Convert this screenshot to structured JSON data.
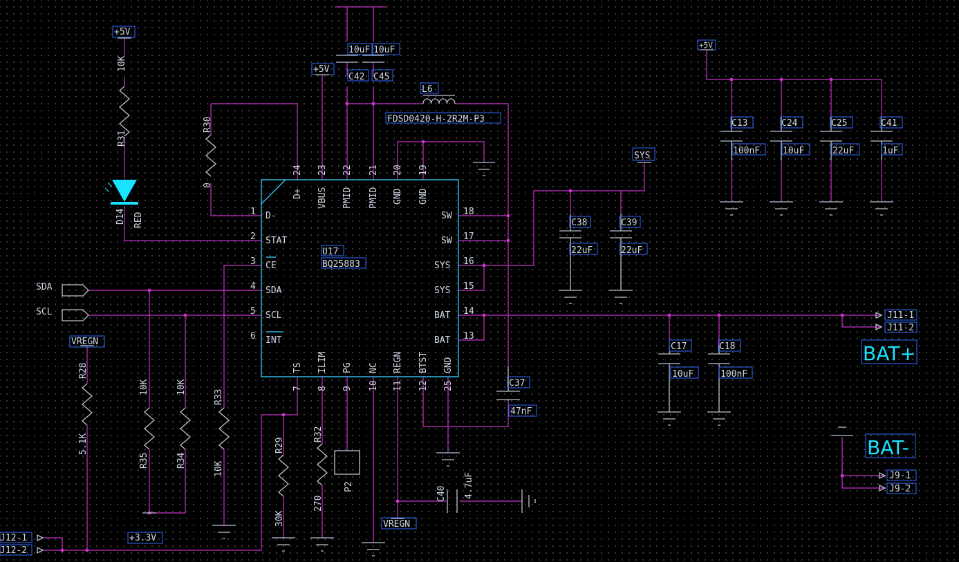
{
  "ic": {
    "designator": "U17",
    "part": "BQ25883",
    "left_pins": [
      {
        "num": "1",
        "name": "D-"
      },
      {
        "num": "2",
        "name": "STAT"
      },
      {
        "num": "3",
        "name": "CE"
      },
      {
        "num": "4",
        "name": "SDA"
      },
      {
        "num": "5",
        "name": "SCL"
      },
      {
        "num": "6",
        "name": "INT"
      }
    ],
    "top_pins": [
      {
        "num": "24",
        "name": "D+"
      },
      {
        "num": "23",
        "name": "VBUS"
      },
      {
        "num": "22",
        "name": "PMID"
      },
      {
        "num": "21",
        "name": "PMID"
      },
      {
        "num": "20",
        "name": "GND"
      },
      {
        "num": "19",
        "name": "GND"
      }
    ],
    "right_pins": [
      {
        "num": "18",
        "name": "SW"
      },
      {
        "num": "17",
        "name": "SW"
      },
      {
        "num": "16",
        "name": "SYS"
      },
      {
        "num": "15",
        "name": "SYS"
      },
      {
        "num": "14",
        "name": "BAT"
      },
      {
        "num": "13",
        "name": "BAT"
      }
    ],
    "bottom_pins": [
      {
        "num": "7",
        "name": "TS"
      },
      {
        "num": "8",
        "name": "ILIM"
      },
      {
        "num": "9",
        "name": "PG"
      },
      {
        "num": "10",
        "name": "NC"
      },
      {
        "num": "11",
        "name": "REGN"
      },
      {
        "num": "12",
        "name": "BTST"
      },
      {
        "num": "25",
        "name": "GND"
      }
    ]
  },
  "nets": {
    "plus5v": "+5V",
    "plus3v3": "+3.3V",
    "sys": "SYS",
    "vregn": "VREGN",
    "sda": "SDA",
    "scl": "SCL"
  },
  "labels": {
    "bat_plus": "BAT+",
    "bat_minus": "BAT-"
  },
  "components": {
    "r31": {
      "ref": "R31",
      "value": "10K"
    },
    "r30": {
      "ref": "R30",
      "value": "0"
    },
    "d14": {
      "ref": "D14",
      "value": "RED"
    },
    "r28": {
      "ref": "R28",
      "value": "5.1K"
    },
    "r35": {
      "ref": "R35",
      "value": "10K"
    },
    "r34": {
      "ref": "R34",
      "value": "10K"
    },
    "r33": {
      "ref": "R33",
      "value": "10K"
    },
    "r29": {
      "ref": "R29",
      "value": "30K"
    },
    "r32": {
      "ref": "R32",
      "value": "270"
    },
    "p2": {
      "ref": "P2"
    },
    "c42": {
      "ref": "C42",
      "value": "10uF"
    },
    "c45": {
      "ref": "C45",
      "value": "10uF"
    },
    "l6": {
      "ref": "L6",
      "value": "FDSD0420-H-2R2M-P3"
    },
    "c38": {
      "ref": "C38",
      "value": "22uF"
    },
    "c39": {
      "ref": "C39",
      "value": "22uF"
    },
    "c37": {
      "ref": "C37",
      "value": "47nF"
    },
    "c40": {
      "ref": "C40",
      "value": "4.7uF"
    },
    "c13": {
      "ref": "C13",
      "value": "100nF"
    },
    "c24": {
      "ref": "C24",
      "value": "10uF"
    },
    "c25": {
      "ref": "C25",
      "value": "22uF"
    },
    "c41": {
      "ref": "C41",
      "value": "1uF"
    },
    "c17": {
      "ref": "C17",
      "value": "10uF"
    },
    "c18": {
      "ref": "C18",
      "value": "100nF"
    }
  },
  "connectors": {
    "j11_1": "J11-1",
    "j11_2": "J11-2",
    "j9_1": "J9-1",
    "j9_2": "J9-2",
    "j12_1": "J12-1",
    "j12_2": "J12-2"
  },
  "colors": {
    "wire": "#c832c8",
    "component": "#b9c3cf",
    "chip_outline": "#39d1ff",
    "label_box": "#2f6cff",
    "led": "#19e3ff",
    "big_label": "#19e3ff",
    "background": "#000000"
  }
}
